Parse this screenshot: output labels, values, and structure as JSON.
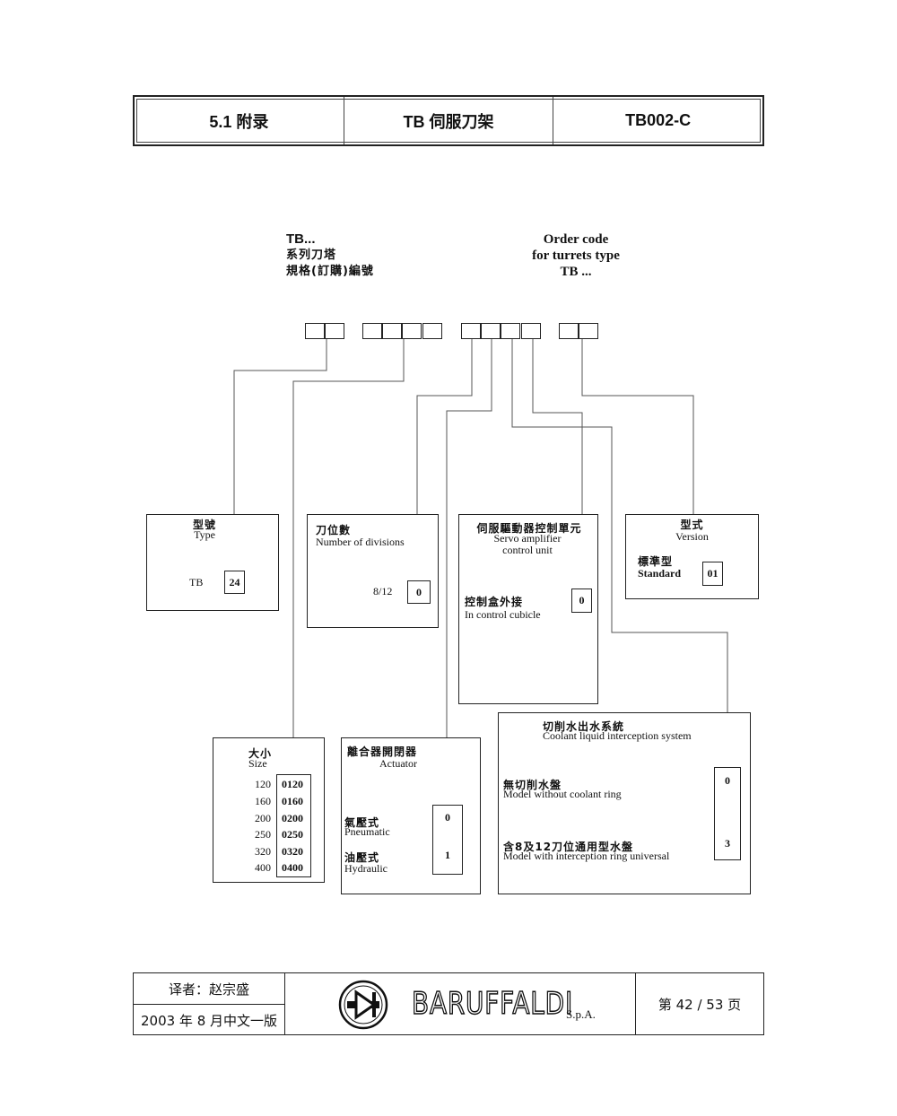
{
  "header": {
    "section": "5.1  附录",
    "title": "TB 伺服刀架",
    "code": "TB002-C"
  },
  "title_left": {
    "line1": "TB...",
    "line2": "系列刀塔",
    "line3": "規格(訂購)編號"
  },
  "title_right": {
    "line1": "Order code",
    "line2": "for turrets type",
    "line3": "TB ..."
  },
  "boxes": {
    "type": {
      "zh": "型號",
      "en": "Type",
      "label": "TB",
      "value": "24"
    },
    "divisions": {
      "zh": "刀位數",
      "en": "Number of divisions",
      "label": "8/12",
      "value": "0"
    },
    "servo": {
      "zh": "伺服驅動器控制單元",
      "en1": "Servo amplifier",
      "en2": "control unit",
      "opt_zh": "控制盒外接",
      "opt_en": "In control cubicle",
      "value": "0"
    },
    "version": {
      "zh": "型式",
      "en": "Version",
      "opt_zh": "標準型",
      "opt_en": "Standard",
      "value": "01"
    },
    "size": {
      "zh": "大小",
      "en": "Size",
      "rows": [
        {
          "label": "120",
          "value": "0120"
        },
        {
          "label": "160",
          "value": "0160"
        },
        {
          "label": "200",
          "value": "0200"
        },
        {
          "label": "250",
          "value": "0250"
        },
        {
          "label": "320",
          "value": "0320"
        },
        {
          "label": "400",
          "value": "0400"
        }
      ]
    },
    "actuator": {
      "zh": "離合器開閉器",
      "en": "Actuator",
      "opt1_zh": "氣壓式",
      "opt1_en": "Pneumatic",
      "opt1_val": "0",
      "opt2_zh": "油壓式",
      "opt2_en": "Hydraulic",
      "opt2_val": "1"
    },
    "coolant": {
      "zh": "切削水出水系統",
      "en": "Coolant liquid interception system",
      "opt1_zh": "無切削水盤",
      "opt1_en": "Model without coolant ring",
      "opt1_val": "0",
      "opt2_zh": "含8及12刀位通用型水盤",
      "opt2_en": "Model  with interception ring universal",
      "opt2_val": "3"
    }
  },
  "footer": {
    "translator": "译者：赵宗盛",
    "edition": "2003 年 8 月中文一版",
    "brand": "BARUFFALDI",
    "brand_suffix": "S.p.A.",
    "page": "第 42 / 53 页"
  }
}
